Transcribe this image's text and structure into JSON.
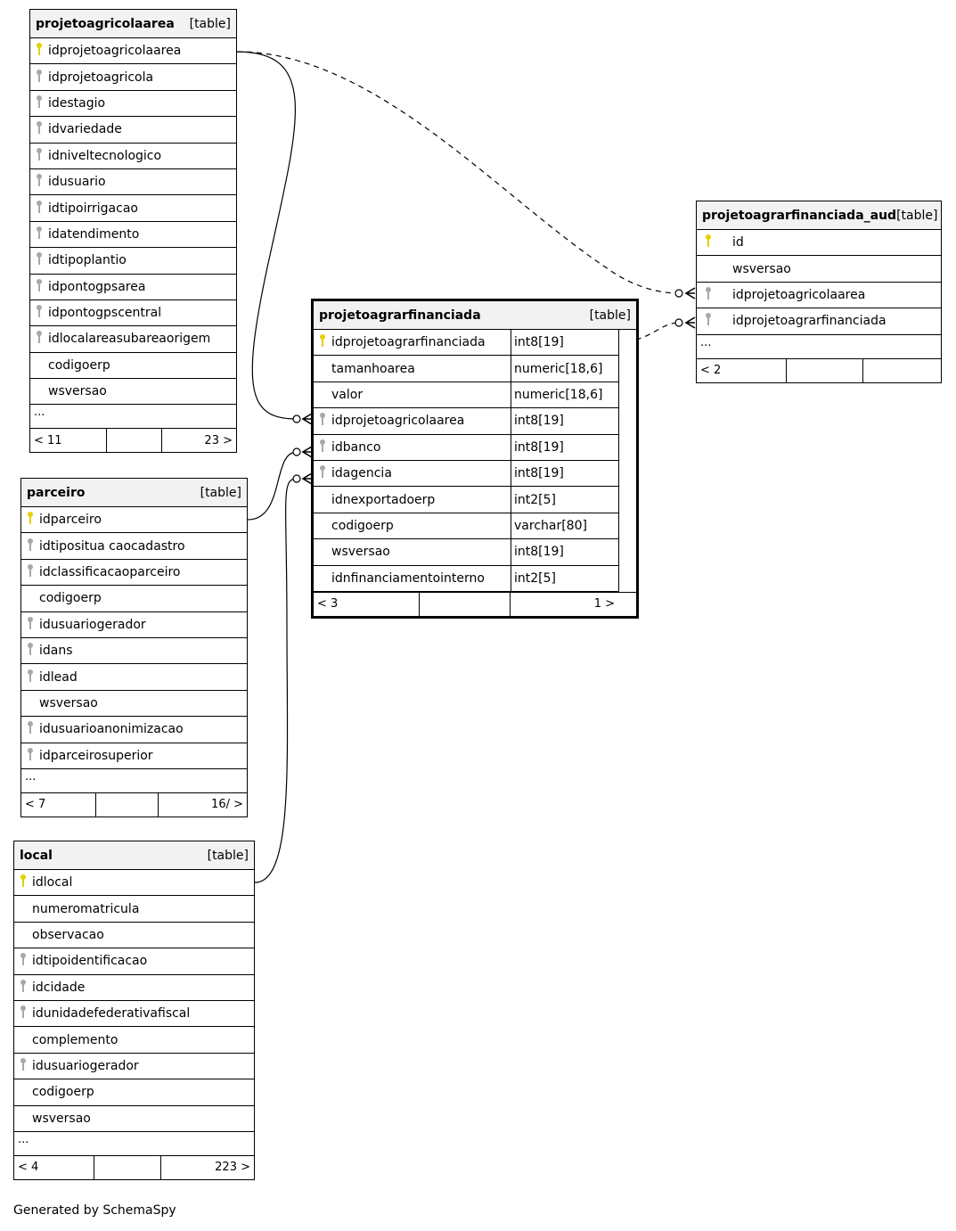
{
  "tables": {
    "projetoagricolaarea": {
      "name": "projetoagricolaarea",
      "type": "[table]",
      "rows": [
        {
          "name": "idprojetoagricolaarea",
          "key": "pk"
        },
        {
          "name": "idprojetoagricola",
          "key": "fk"
        },
        {
          "name": "idestagio",
          "key": "fk"
        },
        {
          "name": "idvariedade",
          "key": "fk"
        },
        {
          "name": "idniveltecnologico",
          "key": "fk"
        },
        {
          "name": "idusuario",
          "key": "fk"
        },
        {
          "name": "idtipoirrigacao",
          "key": "fk"
        },
        {
          "name": "idatendimento",
          "key": "fk"
        },
        {
          "name": "idtipoplantio",
          "key": "fk"
        },
        {
          "name": "idpontogpsarea",
          "key": "fk"
        },
        {
          "name": "idpontogpscentral",
          "key": "fk"
        },
        {
          "name": "idlocalareasubareaorigem",
          "key": "fk"
        },
        {
          "name": "codigoerp",
          "key": ""
        },
        {
          "name": "wsversao",
          "key": ""
        }
      ],
      "ellipsis": "...",
      "footer": {
        "left": "< 11",
        "right": "23 >"
      }
    },
    "parceiro": {
      "name": "parceiro",
      "type": "[table]",
      "rows": [
        {
          "name": "idparceiro",
          "key": "pk"
        },
        {
          "name": "idtipositua caocadastro",
          "key": "fk"
        },
        {
          "name": "idclassificacaoparceiro",
          "key": "fk"
        },
        {
          "name": "codigoerp",
          "key": ""
        },
        {
          "name": "idusuariogerador",
          "key": "fk"
        },
        {
          "name": "idans",
          "key": "fk"
        },
        {
          "name": "idlead",
          "key": "fk"
        },
        {
          "name": "wsversao",
          "key": ""
        },
        {
          "name": "idusuarioanonimizacao",
          "key": "fk"
        },
        {
          "name": "idparceirosuperior",
          "key": "fk"
        }
      ],
      "ellipsis": "...",
      "footer": {
        "left": "< 7",
        "right": "16/ >"
      }
    },
    "local": {
      "name": "local",
      "type": "[table]",
      "rows": [
        {
          "name": "idlocal",
          "key": "pk"
        },
        {
          "name": "numeromatricula",
          "key": ""
        },
        {
          "name": "observacao",
          "key": ""
        },
        {
          "name": "idtipoidentificacao",
          "key": "fk"
        },
        {
          "name": "idcidade",
          "key": "fk"
        },
        {
          "name": "idunidadefederativafiscal",
          "key": "fk"
        },
        {
          "name": "complemento",
          "key": ""
        },
        {
          "name": "idusuariogerador",
          "key": "fk"
        },
        {
          "name": "codigoerp",
          "key": ""
        },
        {
          "name": "wsversao",
          "key": ""
        }
      ],
      "ellipsis": "...",
      "footer": {
        "left": "< 4",
        "right": "223 >"
      }
    },
    "projetoagrarfinanciada": {
      "name": "projetoagrarfinanciada",
      "type": "[table]",
      "rows": [
        {
          "name": "idprojetoagrarfinanciada",
          "key": "pk",
          "type": "int8[19]"
        },
        {
          "name": "tamanhoarea",
          "key": "",
          "type": "numeric[18,6]"
        },
        {
          "name": "valor",
          "key": "",
          "type": "numeric[18,6]"
        },
        {
          "name": "idprojetoagricolaarea",
          "key": "fk",
          "type": "int8[19]"
        },
        {
          "name": "idbanco",
          "key": "fk",
          "type": "int8[19]"
        },
        {
          "name": "idagencia",
          "key": "fk",
          "type": "int8[19]"
        },
        {
          "name": "idnexportadoerp",
          "key": "",
          "type": "int2[5]"
        },
        {
          "name": "codigoerp",
          "key": "",
          "type": "varchar[80]"
        },
        {
          "name": "wsversao",
          "key": "",
          "type": "int8[19]"
        },
        {
          "name": "idnfinanciamentointerno",
          "key": "",
          "type": "int2[5]"
        }
      ],
      "footer": {
        "left": "< 3",
        "right": "1 >"
      }
    },
    "projetoagrarfinanciada_aud": {
      "name": "projetoagrarfinanciada_aud",
      "type": "[table]",
      "rows": [
        {
          "name": "id",
          "key": "pk"
        },
        {
          "name": "wsversao",
          "key": ""
        },
        {
          "name": "idprojetoagricolaarea",
          "key": "fk"
        },
        {
          "name": "idprojetoagrarfinanciada",
          "key": "fk"
        }
      ],
      "ellipsis": "...",
      "footer": {
        "left": "< 2",
        "right": ""
      }
    }
  },
  "footer_credit": "Generated by SchemaSpy",
  "colors": {
    "primary_key": "#e6d000",
    "foreign_key": "#a8a8a8",
    "header_bg": "#f2f2f2"
  }
}
